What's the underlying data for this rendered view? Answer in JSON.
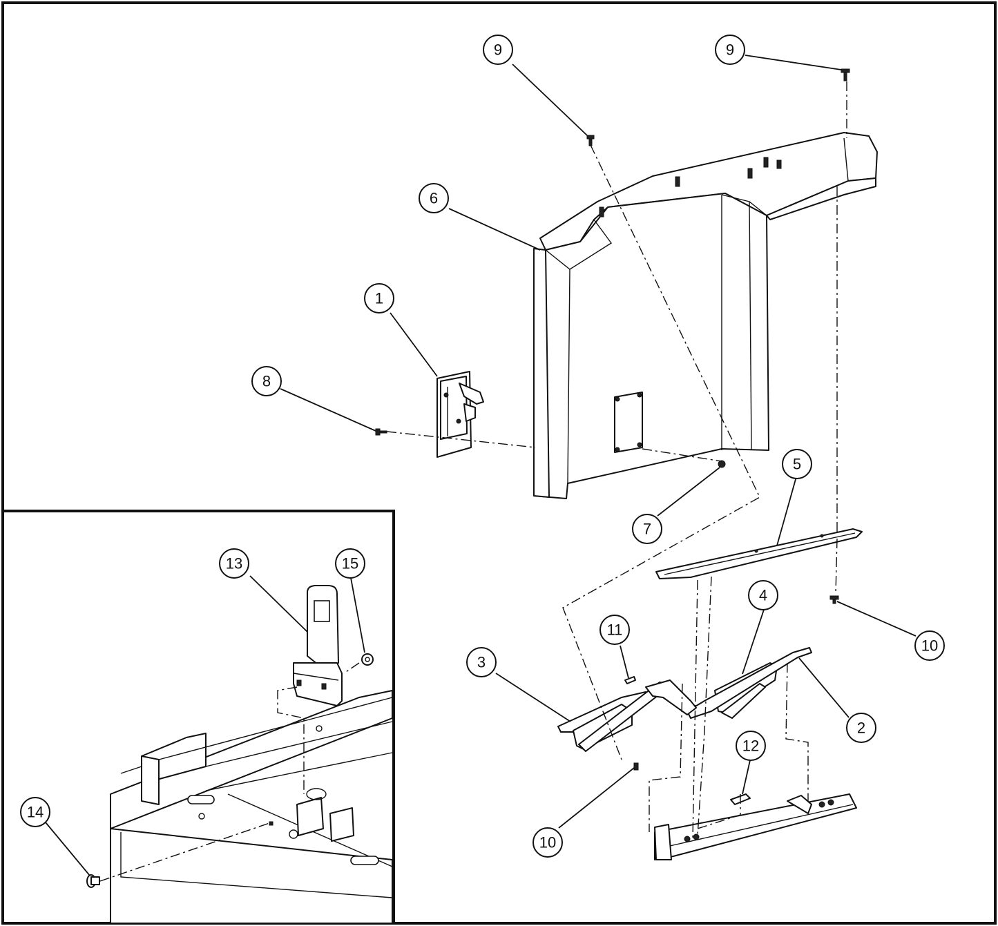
{
  "callouts": [
    {
      "id": "c1",
      "label": "1"
    },
    {
      "id": "c2",
      "label": "2"
    },
    {
      "id": "c3",
      "label": "3"
    },
    {
      "id": "c4",
      "label": "4"
    },
    {
      "id": "c5",
      "label": "5"
    },
    {
      "id": "c6",
      "label": "6"
    },
    {
      "id": "c7",
      "label": "7"
    },
    {
      "id": "c8",
      "label": "8"
    },
    {
      "id": "c9a",
      "label": "9"
    },
    {
      "id": "c9b",
      "label": "9"
    },
    {
      "id": "c10a",
      "label": "10"
    },
    {
      "id": "c10b",
      "label": "10"
    },
    {
      "id": "c11",
      "label": "11"
    },
    {
      "id": "c12",
      "label": "12"
    },
    {
      "id": "c13",
      "label": "13"
    },
    {
      "id": "c14",
      "label": "14"
    },
    {
      "id": "c15",
      "label": "15"
    }
  ]
}
